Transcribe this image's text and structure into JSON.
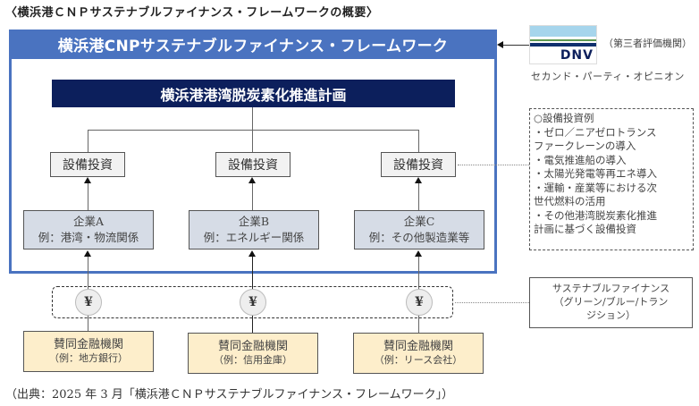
{
  "title": "〈横浜港ＣＮＰサステナブルファイナンス・フレームワークの概要〉",
  "framework": {
    "header": "横浜港CNPサステナブルファイナンス・フレームワーク",
    "plan": "横浜港港湾脱炭素化推進計画",
    "investments": [
      {
        "label": "設備投資"
      },
      {
        "label": "設備投資"
      },
      {
        "label": "設備投資"
      }
    ],
    "companies": [
      {
        "name": "企業A",
        "example": "例：港湾・物流関係"
      },
      {
        "name": "企業B",
        "example": "例：エネルギー関係"
      },
      {
        "name": "企業C",
        "example": "例：その他製造業等"
      }
    ]
  },
  "evaluator": {
    "logo_text": "DNV",
    "role": "（第三者評価機関）",
    "opinion": "セカンド・パーティ・オピニオン"
  },
  "investment_examples": {
    "heading": "○設備投資例",
    "lines": [
      "・ゼロ／ニアゼロトランス",
      "ファークレーンの導入",
      "・電気推進船の導入",
      "・太陽光発電等再エネ導入",
      "・運輸・産業等における次",
      "世代燃料の活用",
      "・その他港湾脱炭素化推進",
      "計画に基づく設備投資"
    ]
  },
  "finance": {
    "yen_symbol": "¥",
    "label_lines": [
      "サステナブルファイナンス",
      "（グリーン/ブルー/トラン",
      "ジション）"
    ]
  },
  "banks": [
    {
      "name": "賛同金融機関",
      "example": "（例：地方銀行）"
    },
    {
      "name": "賛同金融機関",
      "example": "（例：信用金庫）"
    },
    {
      "name": "賛同金融機関",
      "example": "（例：リース会社）"
    }
  ],
  "source": "（出典：2025 年 3 月「横浜港ＣＮＰサステナブルファイナンス・フレームワーク」）"
}
